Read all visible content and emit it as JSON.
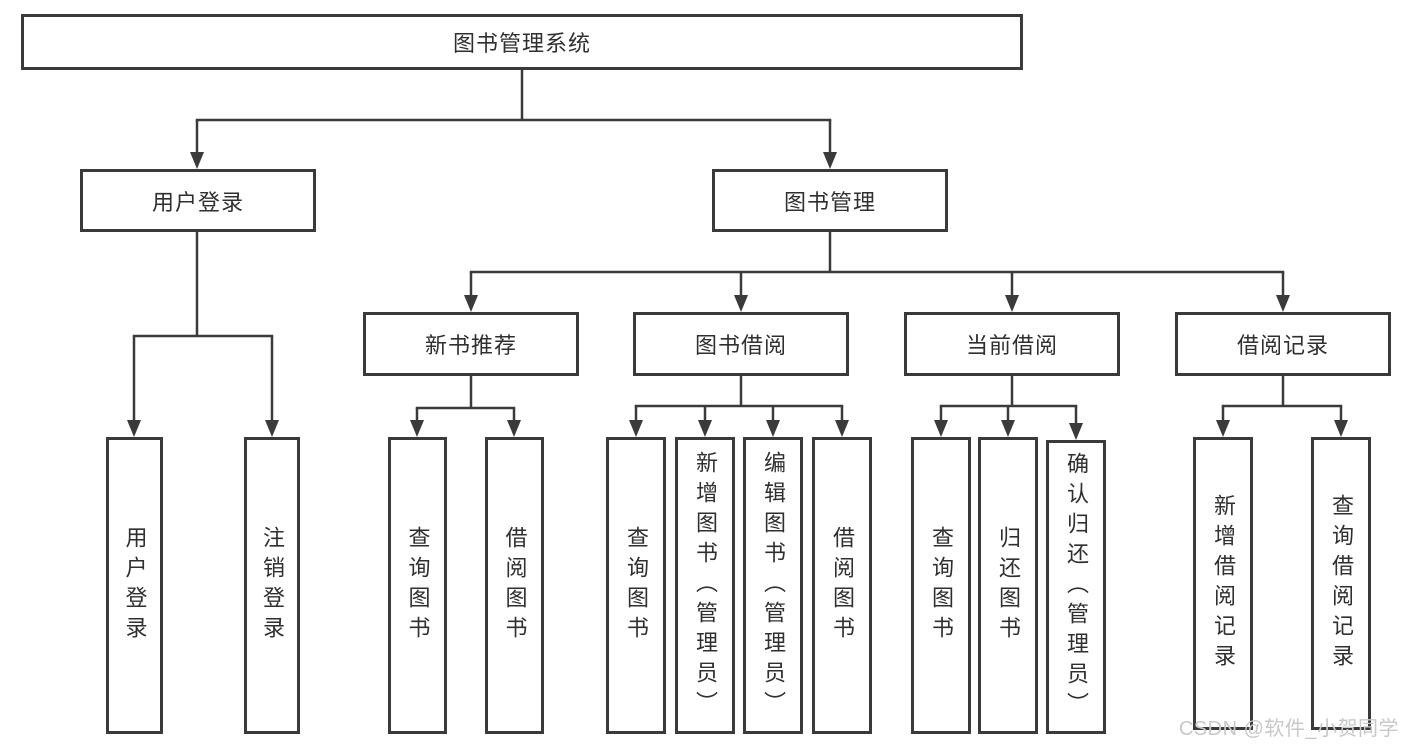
{
  "diagram": {
    "root": {
      "label": "图书管理系统"
    },
    "user_login": {
      "label": "用户登录",
      "children": {
        "login": "用户登录",
        "logout": "注销登录"
      }
    },
    "book_mgmt": {
      "label": "图书管理",
      "groups": {
        "new_book_rec": {
          "label": "新书推荐",
          "children": {
            "query_book": "查询图书",
            "borrow_book": "借阅图书"
          }
        },
        "book_borrow": {
          "label": "图书借阅",
          "children": {
            "query_book": "查询图书",
            "add_book": "新增图书（管理员）",
            "edit_book": "编辑图书（管理员）",
            "borrow_book": "借阅图书"
          }
        },
        "current_borrow": {
          "label": "当前借阅",
          "children": {
            "query_book": "查询图书",
            "return_book": "归还图书",
            "confirm_return": "确认归还（管理员）"
          }
        },
        "borrow_records": {
          "label": "借阅记录",
          "children": {
            "add_record": "新增借阅记录",
            "query_record": "查询借阅记录"
          }
        }
      }
    }
  },
  "watermark": {
    "text": "CSDN @软件_小贺同学"
  },
  "colors": {
    "line": "#3a3a3a",
    "text": "#2f2f2f",
    "background": "#ffffff",
    "watermark": "#c7c8ca"
  }
}
